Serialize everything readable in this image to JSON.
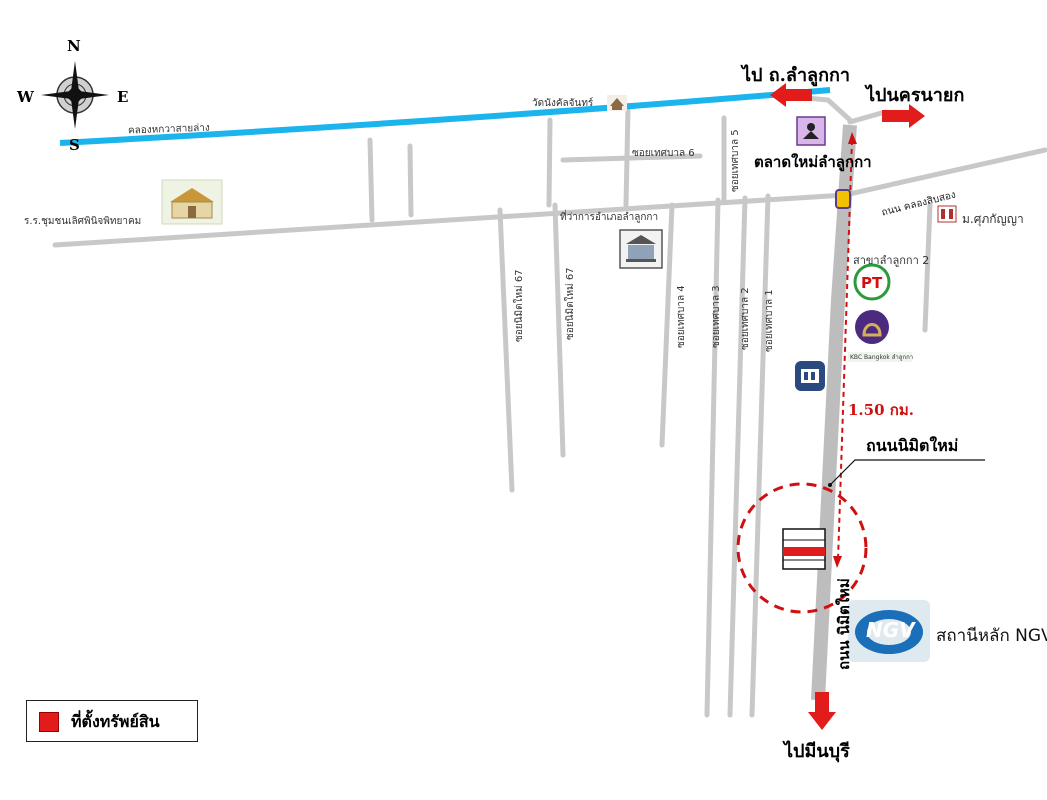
{
  "compass": {
    "n": "N",
    "s": "S",
    "e": "E",
    "w": "W"
  },
  "canal": {
    "label": "คลองหกวาสายล่าง",
    "color": "#1cb4ec"
  },
  "accent": {
    "property": "#e21b1b",
    "arrow": "#e21b1b",
    "road": "#c8c8c8"
  },
  "places": {
    "school": "ร.ร.ชุมชนเลิศพินิจพิทยาคม",
    "temple": "วัดนังคัลจันทร์",
    "district_office": "ที่ว่าการอำเภอลำลูกกา",
    "market": "ตลาดใหม่ลำลูกกา",
    "university": "ม.ศุภกัญญา",
    "bank_branch": "สาขาลำลูกกา 2",
    "bank_small": "KBC Bangkok ลำลูกกา",
    "ngv_station": "สถานีหลัก NGV",
    "ngv_logo": "NGV"
  },
  "roads": {
    "soi_tessaban_6": "ซอยเทศบาล 6",
    "soi_tessaban_5": "ซอยเทศบาล 5",
    "soi_tessaban_4": "ซอยเทศบาล 4",
    "soi_tessaban_3": "ซอยเทศบาล 3",
    "soi_tessaban_2": "ซอยเทศบาล 2",
    "soi_tessaban_1": "ซอยเทศบาล 1",
    "soi_nimit_67a": "ซอยนิมิตใหม่ 67",
    "soi_nimit_67b": "ซอยนิมิตใหม่ 67",
    "khlong_sip_song": "ถนน คลองสิบสอง",
    "nimit_mai_vertical": "ถนน นิมิตใหม่",
    "nimit_mai_callout": "ถนนนิมิตใหม่"
  },
  "directions": {
    "to_lamlukka": "ไป ถ.ลำลูกกา",
    "to_nakhon_nayok": "ไปนครนายก",
    "to_min_buri": "ไปมีนบุรี"
  },
  "distance": "1.50 กม.",
  "legend": {
    "label": "ที่ตั้งทรัพย์สิน"
  }
}
